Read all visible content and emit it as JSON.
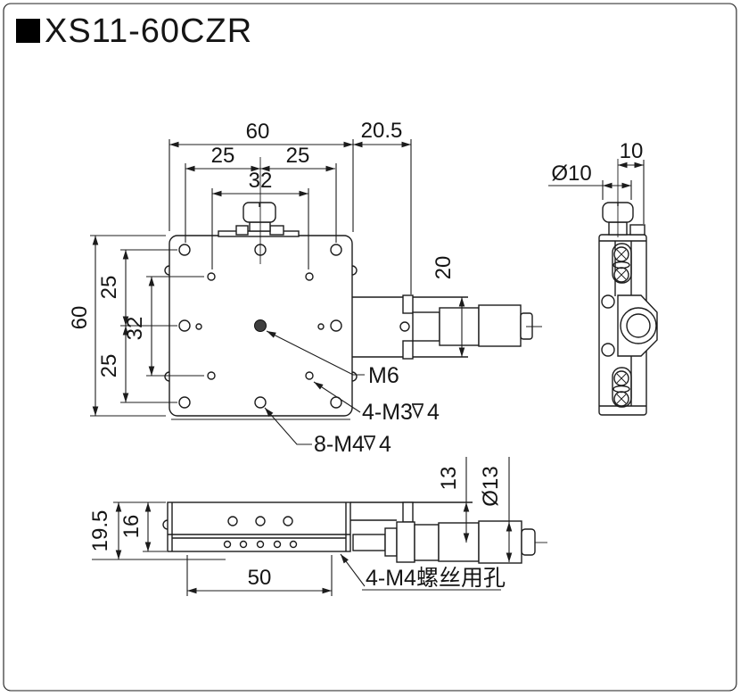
{
  "title": {
    "bullet": "■",
    "model": "XS11-60CZR"
  },
  "top_view": {
    "dim_width": "60",
    "dim_offset": "20.5",
    "dim_25_left": "25",
    "dim_25_right": "25",
    "dim_32_top": "32",
    "dim_height": "60",
    "dim_25_upper": "25",
    "dim_32_left": "32",
    "dim_25_lower": "25",
    "dim_carriage": "20",
    "label_m6": "M6",
    "label_m3_prefix": "4-M3",
    "label_m3_depth": "4",
    "label_m3_full": "4-M3⊽4",
    "label_m4_prefix": "8-M4",
    "label_m4_depth": "4",
    "label_m4_full": "8-M4⊽4"
  },
  "side_view": {
    "dim_knob_dia": "Ø10",
    "dim_top_width": "10"
  },
  "front_view": {
    "dim_total_height": "19.5",
    "dim_body_height": "16",
    "dim_base_length": "50",
    "dim_axis_height": "13",
    "dim_thimble_dia": "Ø13",
    "label_mount": "4-M4螺丝用孔"
  },
  "colors": {
    "line": "#1c1c1c",
    "background": "#ffffff"
  }
}
